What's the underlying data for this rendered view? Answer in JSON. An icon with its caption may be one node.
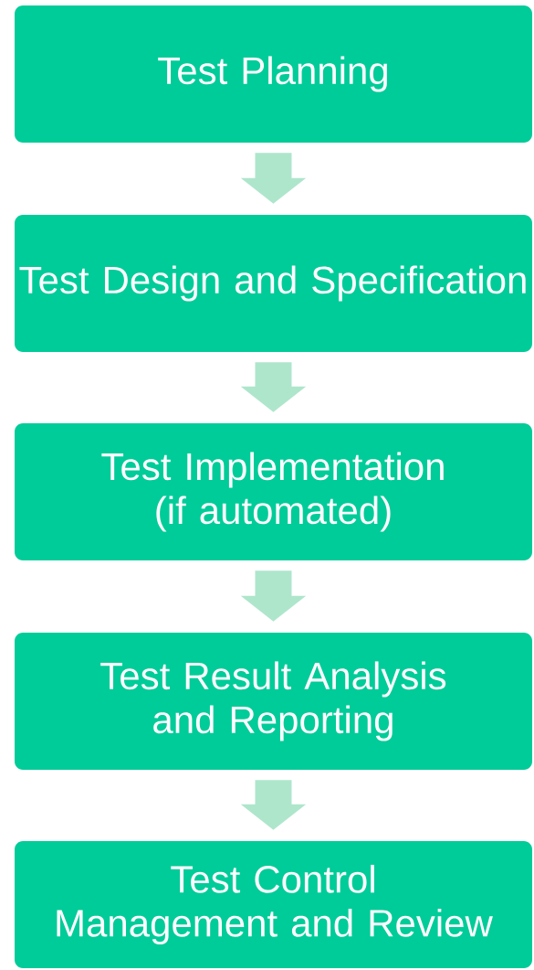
{
  "diagram": {
    "nodes": [
      {
        "text": [
          "Test Planning"
        ]
      },
      {
        "text": [
          "Test Design and Specification"
        ]
      },
      {
        "text": [
          "Test Implementation (if automated)"
        ]
      },
      {
        "text": [
          "Test Result Analysis and Reporting"
        ]
      },
      {
        "text": [
          "Test Control Management and Review"
        ]
      }
    ],
    "edges": [
      {
        "from": 0,
        "to": 1,
        "arrow": "to"
      },
      {
        "from": 1,
        "to": 2,
        "arrow": "to"
      },
      {
        "from": 2,
        "to": 3,
        "arrow": "to"
      },
      {
        "from": 3,
        "to": 4,
        "arrow": "to"
      }
    ]
  }
}
